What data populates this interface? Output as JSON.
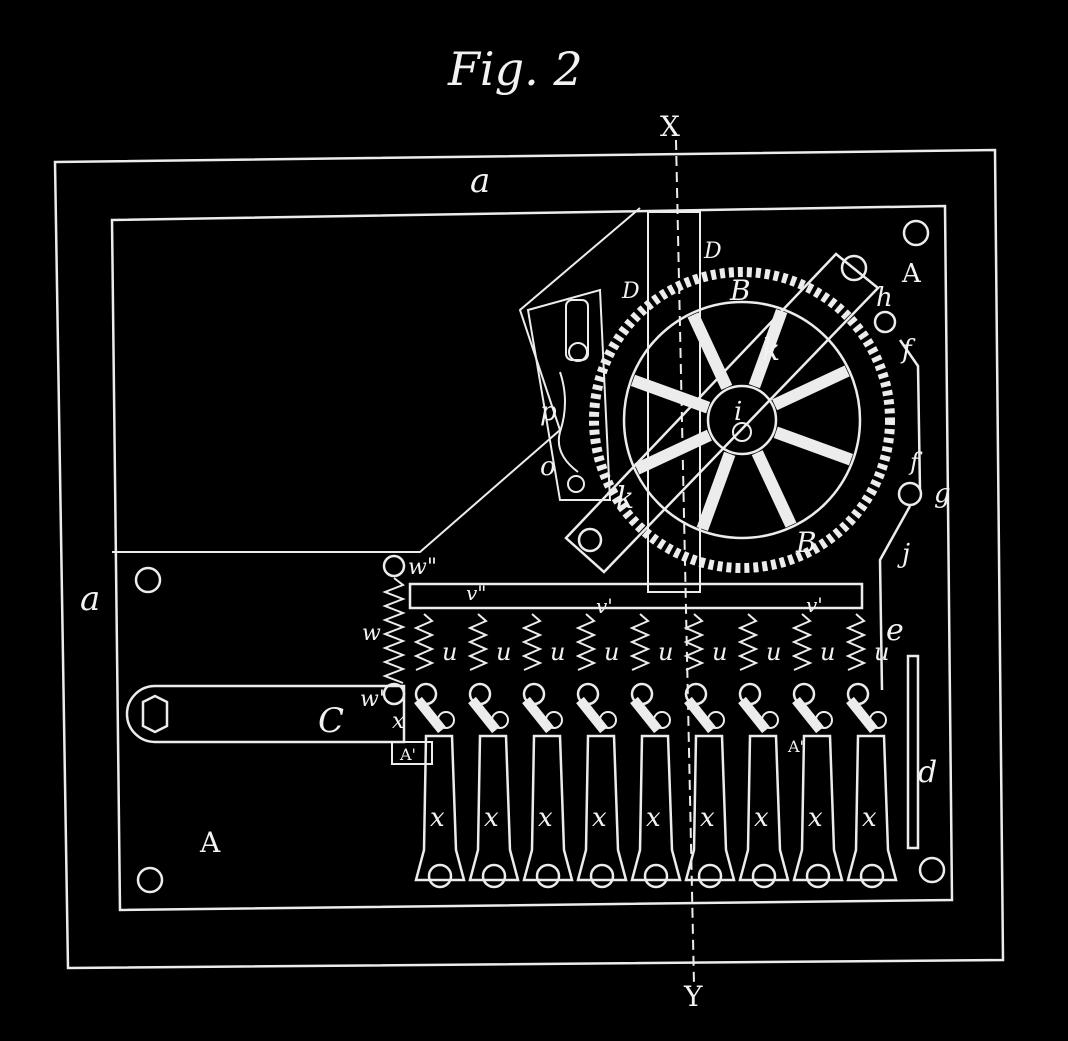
{
  "figure": {
    "title": "Fig. 2",
    "section_top": "X",
    "section_bottom": "Y"
  },
  "labels": {
    "frame": "a",
    "frame_side": "a",
    "base": "A",
    "base_corner": "A",
    "wheel_top": "B",
    "wheel_bottom": "B",
    "arm_upper": "k",
    "arm_lower": "k",
    "hub": "i",
    "link": "C",
    "catch_d": "D",
    "catch_d2": "D",
    "plate_e": "e",
    "bar_d": "d",
    "pin_h": "h",
    "lever_f": "f",
    "lever_f2": "f",
    "pivot_g": "g",
    "lever_j": "j",
    "pawl_p": "p",
    "pawl_o": "o",
    "spring_w_top": "w\"",
    "spring_w": "w",
    "spring_w_bottom": "w'",
    "bar_v_left": "v\"",
    "bar_v_mid": "v'",
    "bar_v_right": "v'",
    "stop_left": "A'",
    "stop_right": "A'",
    "spring_u": "u",
    "key_x": "x",
    "x_left": "x"
  },
  "key_count": 9
}
